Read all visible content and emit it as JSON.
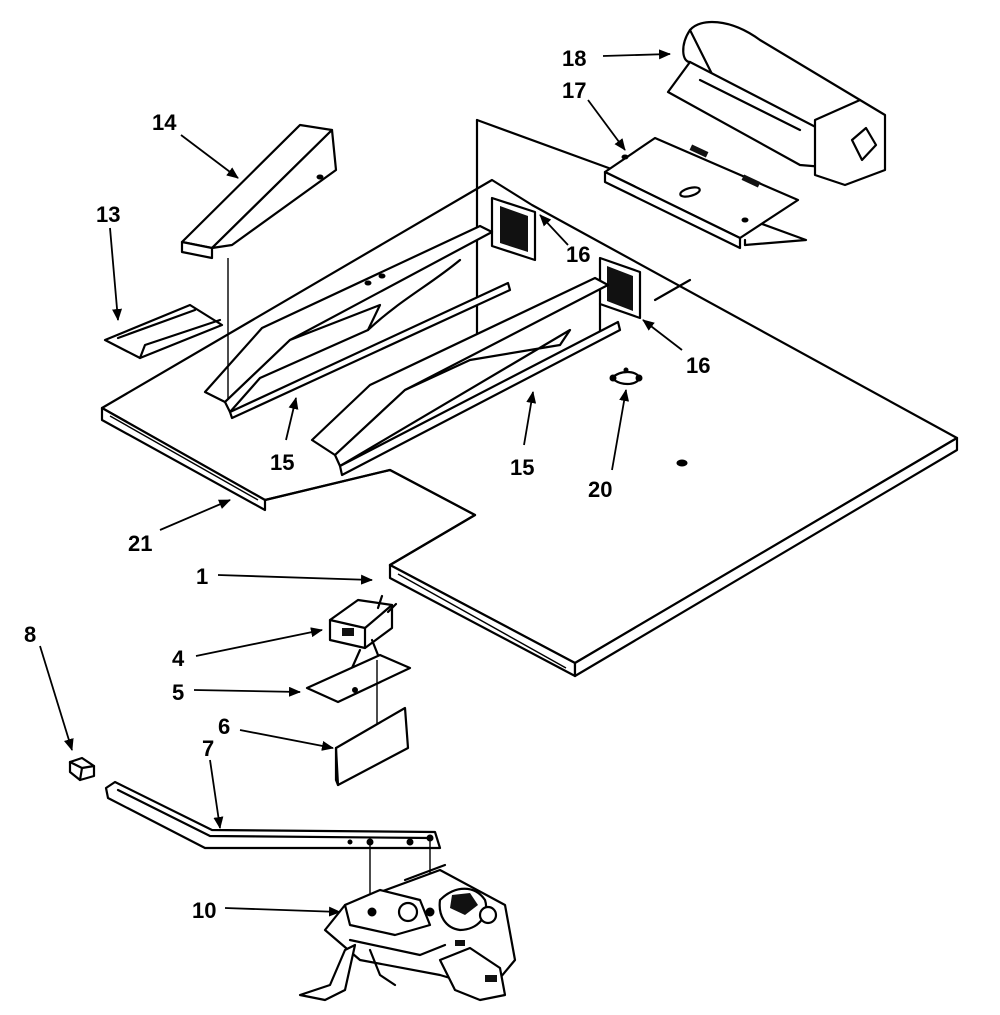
{
  "callouts": [
    {
      "id": "c18",
      "text": "18"
    },
    {
      "id": "c17",
      "text": "17"
    },
    {
      "id": "c14",
      "text": "14"
    },
    {
      "id": "c13",
      "text": "13"
    },
    {
      "id": "c16a",
      "text": "16"
    },
    {
      "id": "c16b",
      "text": "16"
    },
    {
      "id": "c15a",
      "text": "15"
    },
    {
      "id": "c15b",
      "text": "15"
    },
    {
      "id": "c20",
      "text": "20"
    },
    {
      "id": "c21",
      "text": "21"
    },
    {
      "id": "c1",
      "text": "1"
    },
    {
      "id": "c4",
      "text": "4"
    },
    {
      "id": "c5",
      "text": "5"
    },
    {
      "id": "c6",
      "text": "6"
    },
    {
      "id": "c7",
      "text": "7"
    },
    {
      "id": "c8",
      "text": "8"
    },
    {
      "id": "c10",
      "text": "10"
    }
  ]
}
